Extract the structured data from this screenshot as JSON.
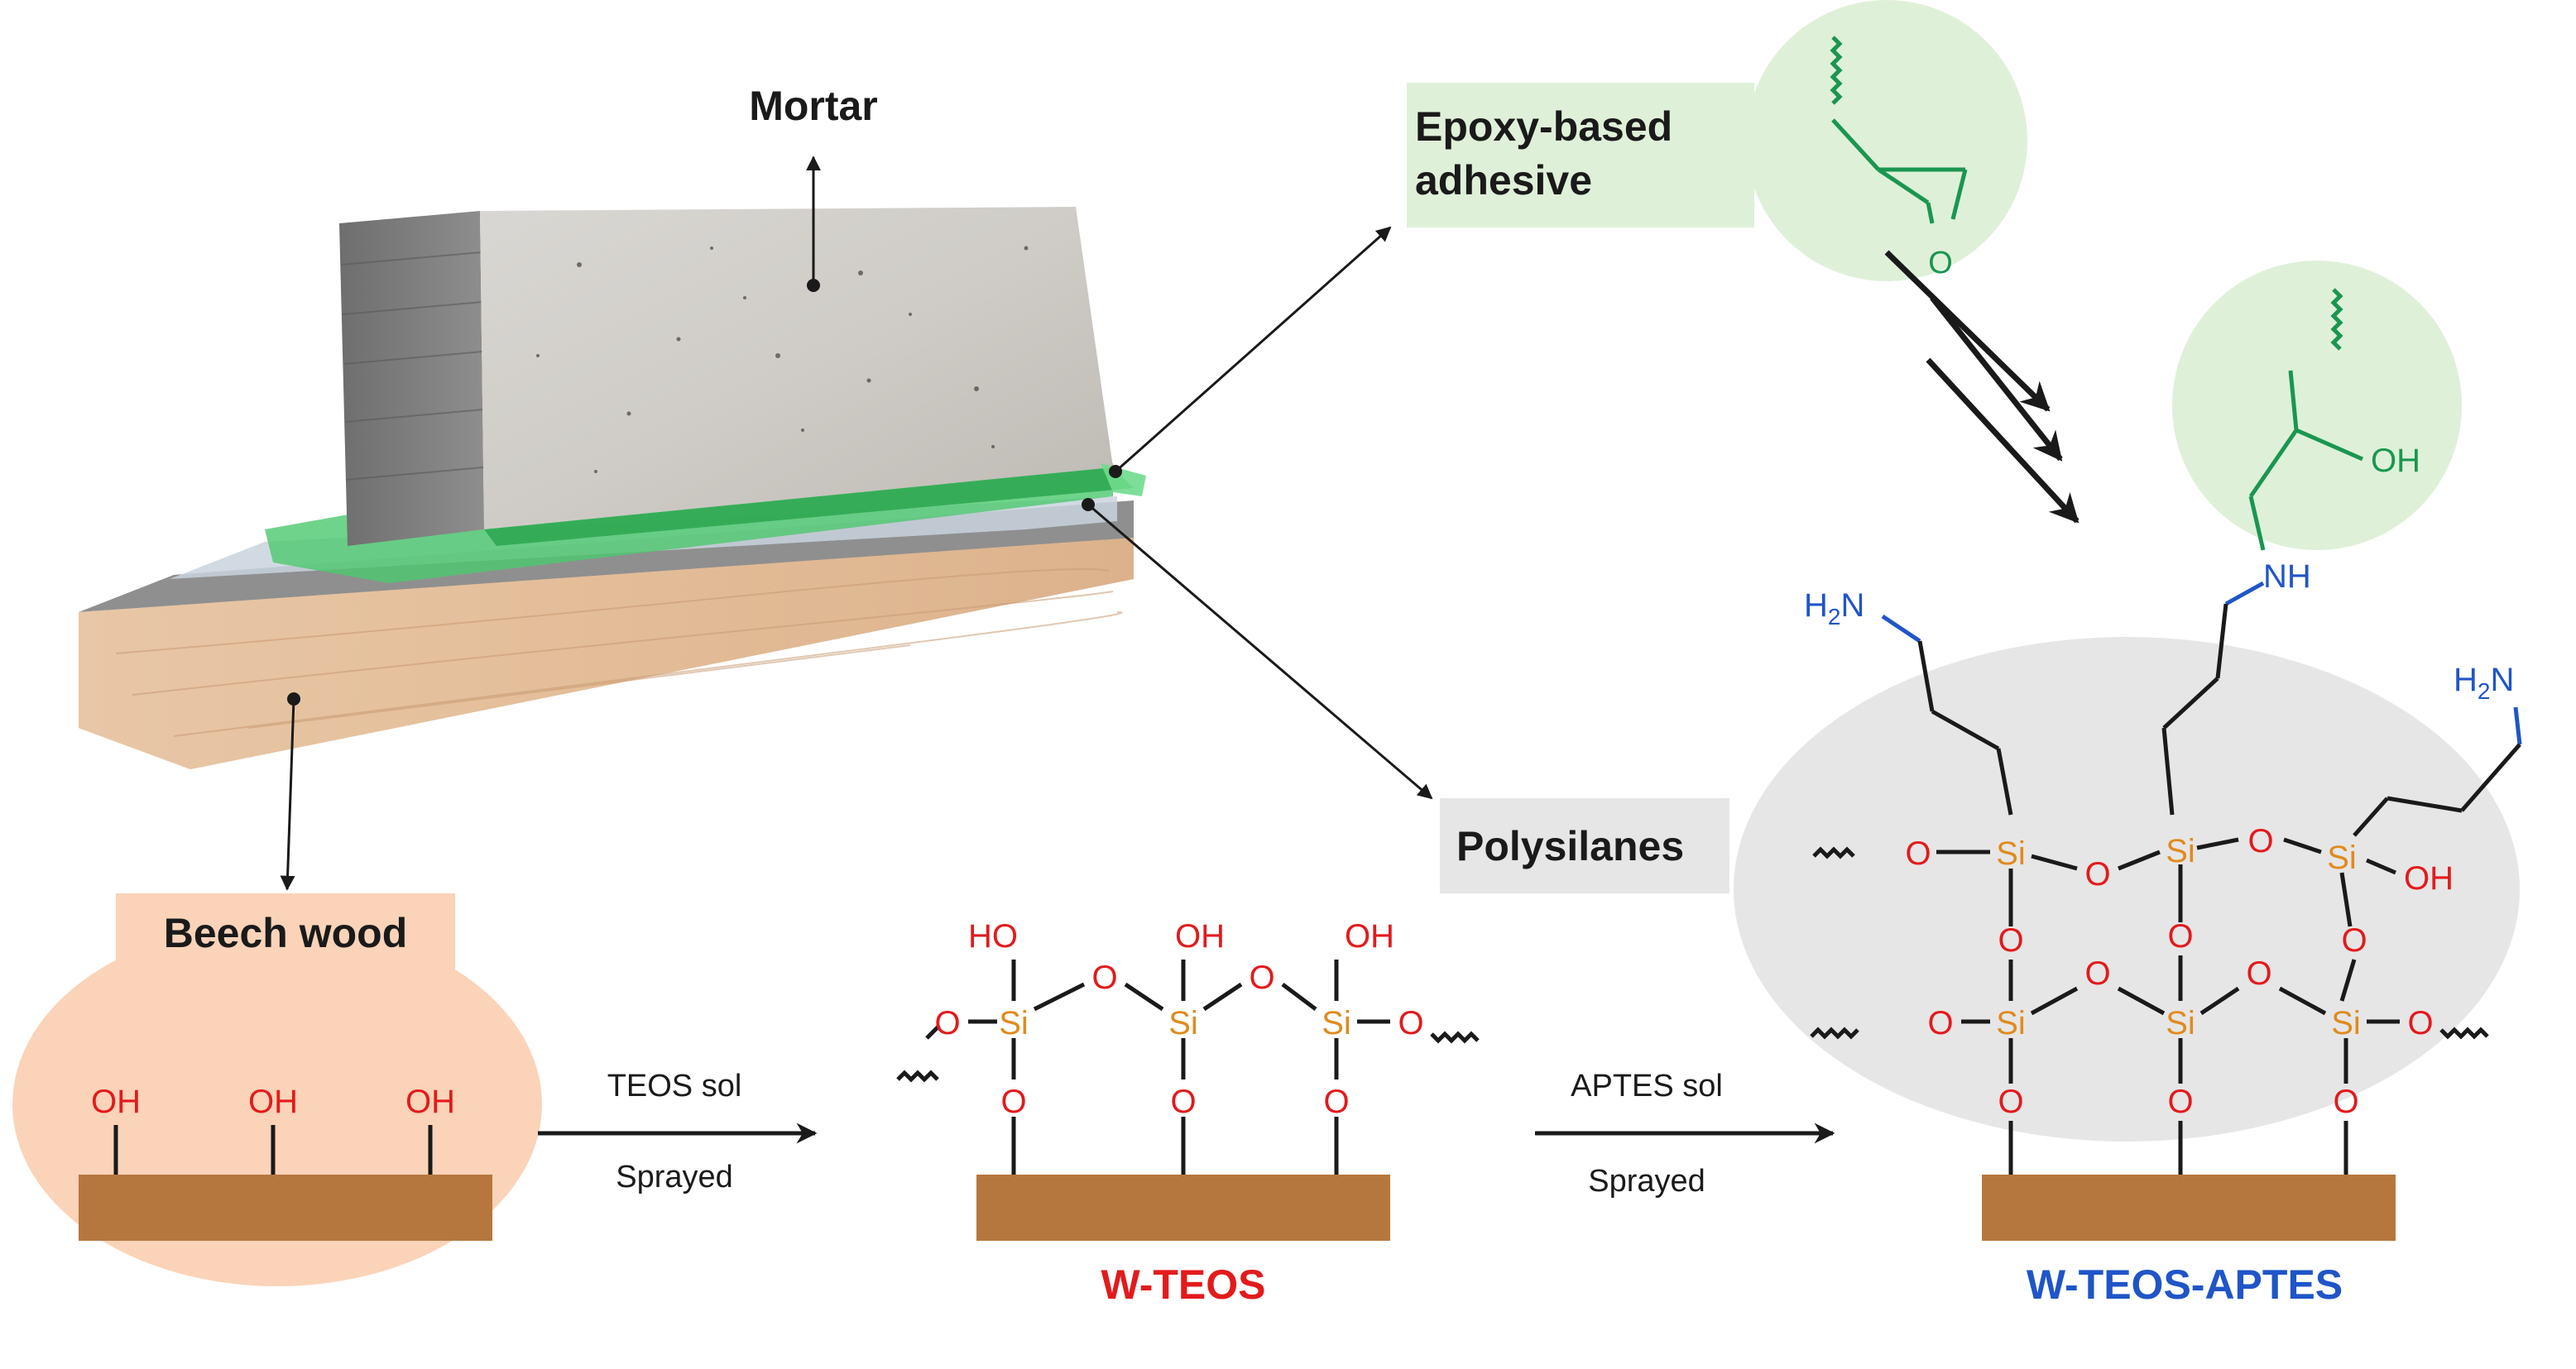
{
  "labels": {
    "mortar": "Mortar",
    "epoxy_line1": "Epoxy-based",
    "epoxy_line2": "adhesive",
    "polysilanes": "Polysilanes",
    "beech_wood": "Beech wood",
    "w_teos": "W-TEOS",
    "w_teos_aptes": "W-TEOS-APTES"
  },
  "arrows": {
    "teos_top": "TEOS sol",
    "teos_bottom": "Sprayed",
    "aptes_top": "APTES sol",
    "aptes_bottom": "Sprayed"
  },
  "atoms": {
    "oh": "OH",
    "ho": "HO",
    "si": "Si",
    "o": "O",
    "h2n_main": "H",
    "h2n_sub": "2",
    "h2n_n": "N",
    "nh": "NH"
  },
  "colors": {
    "label_box_green": "#dff0d8",
    "label_box_gray": "#e6e6e6",
    "label_box_peach": "#fbd3b8",
    "wood_substrate": "#b5773d",
    "silicon": "#e08a1e",
    "oxygen": "#e31a1c",
    "amine": "#1f55c8",
    "epoxy_green": "#1a9650",
    "w_teos_red": "#e31a1c",
    "w_teos_aptes_blue": "#1f55c8"
  }
}
